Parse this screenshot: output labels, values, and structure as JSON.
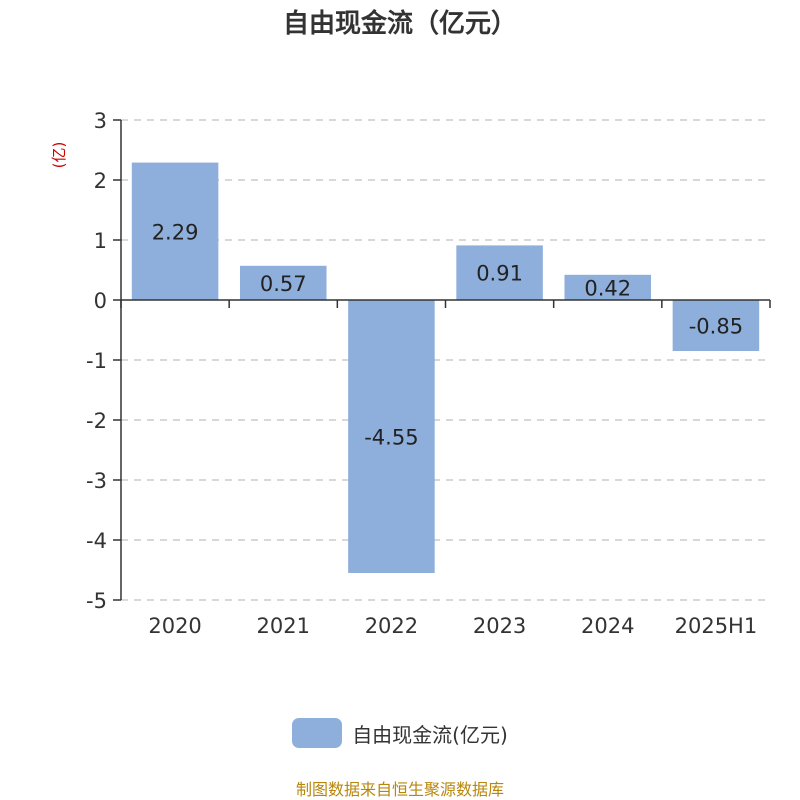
{
  "chart_data": {
    "type": "bar",
    "title": "自由现金流（亿元）",
    "ylabel": "(亿)",
    "categories": [
      "2020",
      "2021",
      "2022",
      "2023",
      "2024",
      "2025H1"
    ],
    "series": [
      {
        "name": "自由现金流(亿元)",
        "values": [
          2.29,
          0.57,
          -4.55,
          0.91,
          0.42,
          -0.85
        ]
      }
    ],
    "data_labels": [
      "2.29",
      "0.57",
      "-4.55",
      "0.91",
      "0.42",
      "-0.85"
    ],
    "ylim": [
      -5,
      3
    ],
    "yticks": [
      "3",
      "2",
      "1",
      "0",
      "-1",
      "-2",
      "-3",
      "-4",
      "-5"
    ],
    "grid": true,
    "legend": "bottom-center"
  },
  "colors": {
    "bar": "#8eaedb",
    "axis": "#333333",
    "grid": "#cccccc",
    "ylabel": "#cc0000",
    "source": "#b8860b"
  },
  "footer": {
    "source": "制图数据来自恒生聚源数据库"
  }
}
